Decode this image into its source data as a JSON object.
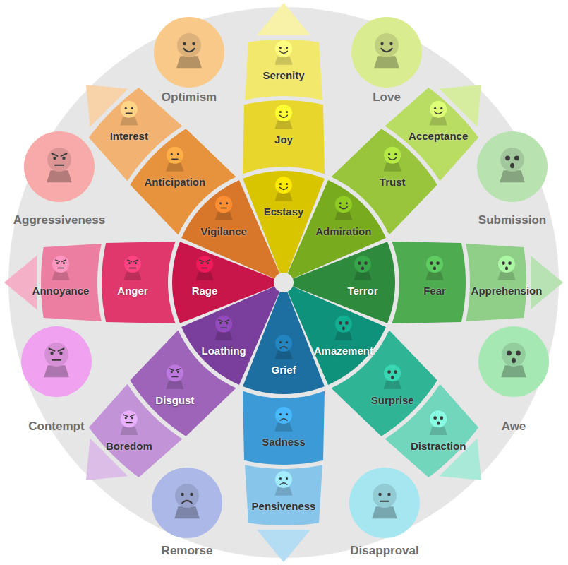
{
  "diagram": {
    "nodes": [
      {
        "text": [
          "Serenity"
        ]
      },
      {
        "text": [
          "Joy"
        ]
      },
      {
        "text": [
          "Ecstasy"
        ]
      },
      {
        "text": [
          "Acceptance"
        ]
      },
      {
        "text": [
          "Trust"
        ]
      },
      {
        "text": [
          "Admiration"
        ]
      },
      {
        "text": [
          "Apprehension"
        ]
      },
      {
        "text": [
          "Fear"
        ]
      },
      {
        "text": [
          "Terror"
        ]
      },
      {
        "text": [
          "Distraction"
        ]
      },
      {
        "text": [
          "Surprise"
        ]
      },
      {
        "text": [
          "Amazement"
        ]
      },
      {
        "text": [
          "Pensiveness"
        ]
      },
      {
        "text": [
          "Sadness"
        ]
      },
      {
        "text": [
          "Grief"
        ]
      },
      {
        "text": [
          "Boredom"
        ]
      },
      {
        "text": [
          "Disgust"
        ]
      },
      {
        "text": [
          "Loathing"
        ]
      },
      {
        "text": [
          "Annoyance"
        ]
      },
      {
        "text": [
          "Anger"
        ]
      },
      {
        "text": [
          "Rage"
        ]
      },
      {
        "text": [
          "Interest"
        ]
      },
      {
        "text": [
          "Anticipation"
        ]
      },
      {
        "text": [
          "Vigilance"
        ]
      },
      {
        "text": [
          "Optimism"
        ]
      },
      {
        "text": [
          "Love"
        ]
      },
      {
        "text": [
          "Submission"
        ]
      },
      {
        "text": [
          "Awe"
        ]
      },
      {
        "text": [
          "Disapproval"
        ]
      },
      {
        "text": [
          "Remorse"
        ]
      },
      {
        "text": [
          "Contempt"
        ]
      },
      {
        "text": [
          "Aggressiveness"
        ]
      }
    ]
  }
}
